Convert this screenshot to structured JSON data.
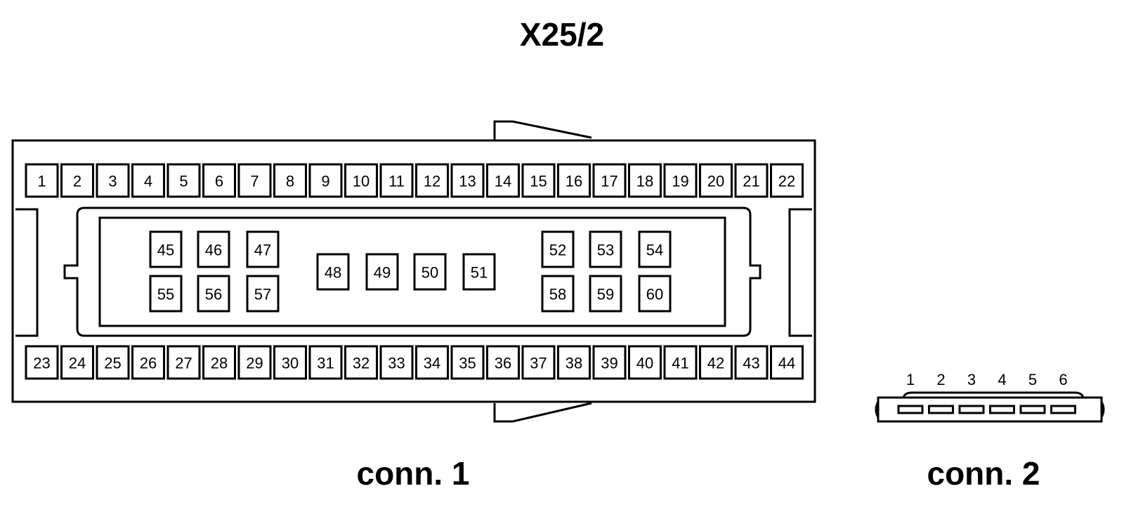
{
  "title": "X25/2",
  "connectors": [
    {
      "label": "conn. 1",
      "top_row": [
        "1",
        "2",
        "3",
        "4",
        "5",
        "6",
        "7",
        "8",
        "9",
        "10",
        "11",
        "12",
        "13",
        "14",
        "15",
        "16",
        "17",
        "18",
        "19",
        "20",
        "21",
        "22"
      ],
      "bottom_row": [
        "23",
        "24",
        "25",
        "26",
        "27",
        "28",
        "29",
        "30",
        "31",
        "32",
        "33",
        "34",
        "35",
        "36",
        "37",
        "38",
        "39",
        "40",
        "41",
        "42",
        "43",
        "44"
      ],
      "inner_left_top": [
        "45",
        "46",
        "47"
      ],
      "inner_left_bottom": [
        "55",
        "56",
        "57"
      ],
      "inner_middle": [
        "48",
        "49",
        "50",
        "51"
      ],
      "inner_right_top": [
        "52",
        "53",
        "54"
      ],
      "inner_right_bottom": [
        "58",
        "59",
        "60"
      ]
    },
    {
      "label": "conn. 2",
      "pins": [
        "1",
        "2",
        "3",
        "4",
        "5",
        "6"
      ]
    }
  ]
}
